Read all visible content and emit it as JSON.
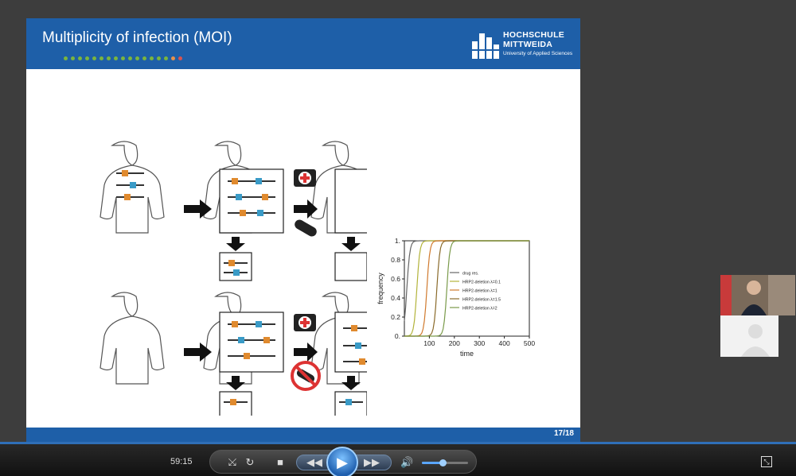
{
  "slide": {
    "title": "Multiplicity of infection (MOI)",
    "page_number": "17/18",
    "logo": {
      "line1": "HOCHSCHULE",
      "line2": "MITTWEIDA",
      "line3": "University of Applied Sciences"
    },
    "progress": {
      "total_dots": 17,
      "current_index": 15
    }
  },
  "chart_data": {
    "type": "line",
    "ylabel": "frequency",
    "xlabel": "time",
    "xlim": [
      0,
      500
    ],
    "ylim": [
      0,
      1
    ],
    "xticks": [
      "100",
      "200",
      "300",
      "400",
      "500"
    ],
    "yticks": [
      "0.",
      "0.2",
      "0.4",
      "0.6",
      "0.8",
      "1."
    ],
    "legend": "center-right",
    "series": [
      {
        "name": "drug res.",
        "color": "#666666",
        "midpoint": 10
      },
      {
        "name": "HRP2-deletion λ=0.1",
        "color": "#b3b33a",
        "midpoint": 50
      },
      {
        "name": "HRP2-deletion λ=1",
        "color": "#d07a2e",
        "midpoint": 90
      },
      {
        "name": "HRP2-deletion λ=1.5",
        "color": "#8a6a2a",
        "midpoint": 130
      },
      {
        "name": "HRP2-deletion λ=2",
        "color": "#7a9a4a",
        "midpoint": 170
      }
    ]
  },
  "player": {
    "time": "59:15",
    "volume_level": 0.45,
    "colors": {
      "accent": "#2f6fb8",
      "slide_header": "#1e5fa8"
    }
  }
}
